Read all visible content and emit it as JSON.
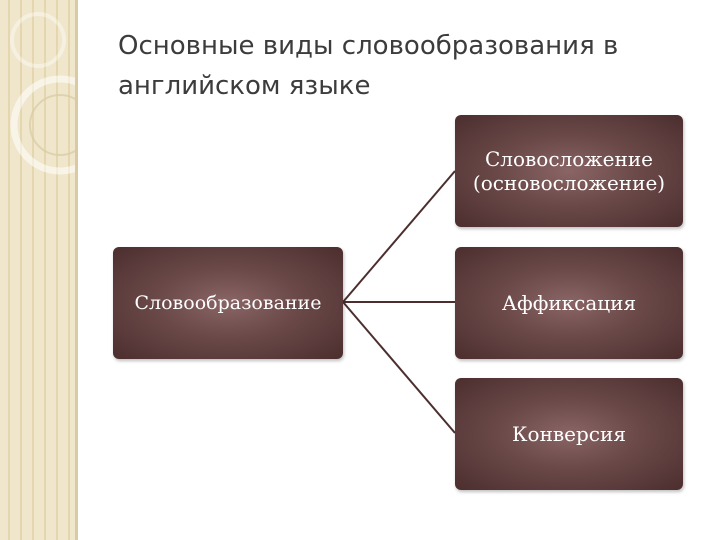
{
  "slide": {
    "title": "Основные виды словообразования в английском языке"
  },
  "diagram": {
    "root": "Словообразование",
    "children": [
      "Словосложение (основосложение)",
      "Аффиксация",
      "Конверсия"
    ]
  },
  "colors": {
    "node_fill": "#6a4848",
    "connector": "#4c2e2e",
    "side_strip": "#efe6cc"
  }
}
